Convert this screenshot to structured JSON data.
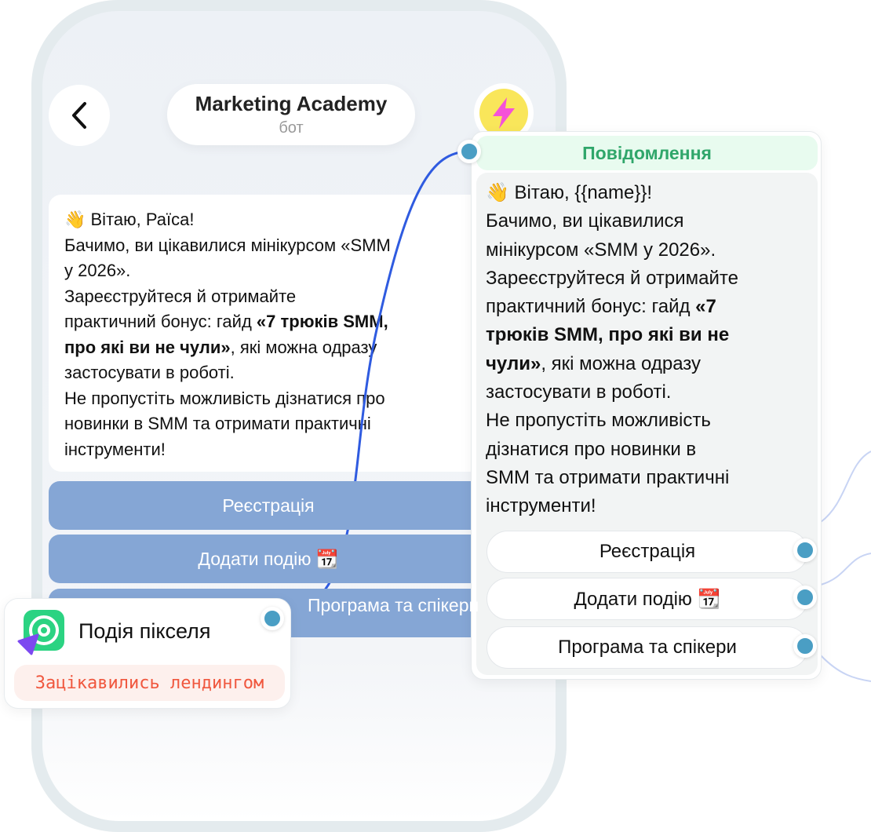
{
  "header": {
    "title": "Marketing Academy",
    "subtitle": "бот"
  },
  "chat": {
    "lines": [
      "👋 Вітаю, Раїса!",
      "Бачимо, ви цікавилися мінікурсом «SMM",
      "у 2026».",
      "Зареєструйтеся й отримайте",
      "практичний бонус: гайд "
    ],
    "bold": "«7 трюків SMM,",
    "bold2": "про які ви не чули»",
    "after": ", які можна одразу",
    "lines2": [
      "застосувати в роботі.",
      "Не пропустіть можливість дізнатися про",
      "новинки в SMM та отримати практичні",
      "інструменти!"
    ],
    "buttons": [
      "Реєстрація",
      "Додати подію 📆",
      "Програма та спікери"
    ]
  },
  "pixel_node": {
    "title": "Подія пікселя",
    "tag": "Зацікавились лендингом"
  },
  "message_node": {
    "header": "Повідомлення",
    "l1": "👋 Вітаю, {{name}}!",
    "l2": "Бачимо, ви цікавилися",
    "l3": "мінікурсом «SMM у 2026».",
    "l4": "Зареєструйтеся й отримайте",
    "l5": "практичний бонус: гайд ",
    "b1": "«7",
    "b2": "трюків SMM, про які ви не",
    "b3": "чули»",
    "l6": ", які можна одразу",
    "l7": "застосувати в роботі.",
    "l8": "Не пропустіть можливість",
    "l9": "дізнатися про новинки в",
    "l10": "SMM та отримати практичні",
    "l11": "інструменти!",
    "buttons": [
      "Реєстрація",
      "Додати подію 📆",
      "Програма та спікери"
    ]
  },
  "colors": {
    "accent_green": "#2fa66a",
    "button_blue": "#85a6d5",
    "connector": "#2f5be0",
    "tag_red": "#f0573e"
  }
}
